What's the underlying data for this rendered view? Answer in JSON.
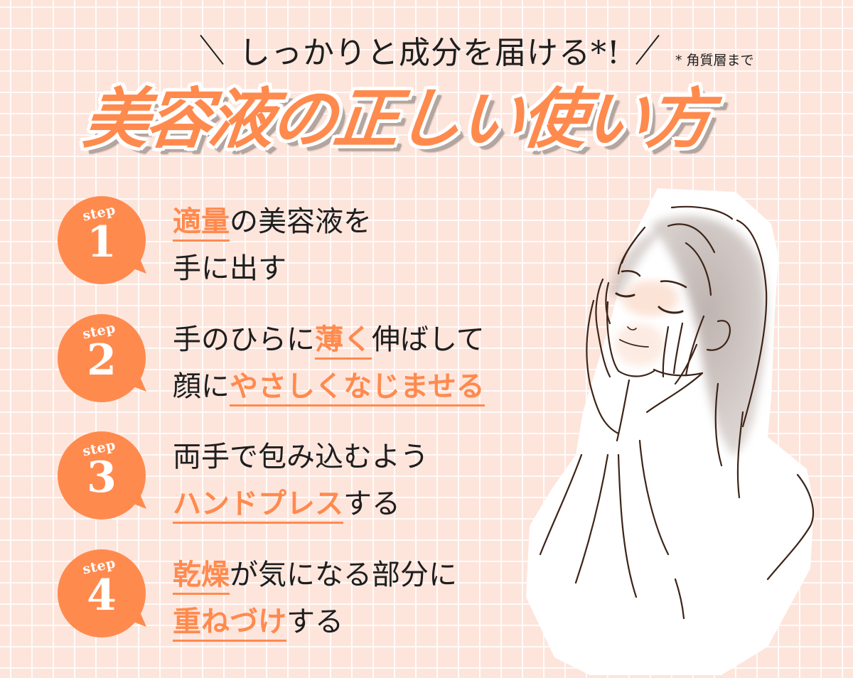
{
  "header": {
    "subtitle": "しっかりと成分を届ける*!",
    "footnote": "* 角質層まで",
    "title": "美容液の正しい使い方"
  },
  "colors": {
    "accent": "#ff8a4e",
    "background": "#fde5dc",
    "grid_line": "#ffffff",
    "text": "#1e1e1e"
  },
  "steps": [
    {
      "label": "step",
      "number": "1",
      "line1": [
        {
          "text": "適量",
          "highlight": true
        },
        {
          "text": "の美容液を",
          "highlight": false
        }
      ],
      "line2": [
        {
          "text": "手に出す",
          "highlight": false
        }
      ]
    },
    {
      "label": "step",
      "number": "2",
      "line1": [
        {
          "text": "手のひらに",
          "highlight": false
        },
        {
          "text": "薄く",
          "highlight": true
        },
        {
          "text": "伸ばして",
          "highlight": false
        }
      ],
      "line2": [
        {
          "text": "顔に",
          "highlight": false
        },
        {
          "text": "やさしくなじませる",
          "highlight": true
        }
      ]
    },
    {
      "label": "step",
      "number": "3",
      "line1": [
        {
          "text": "両手で包み込むよう",
          "highlight": false
        }
      ],
      "line2": [
        {
          "text": "ハンドプレス",
          "highlight": true
        },
        {
          "text": "する",
          "highlight": false
        }
      ]
    },
    {
      "label": "step",
      "number": "4",
      "line1": [
        {
          "text": "乾燥",
          "highlight": true
        },
        {
          "text": "が気になる部分に",
          "highlight": false
        }
      ],
      "line2": [
        {
          "text": "重ねづけ",
          "highlight": true
        },
        {
          "text": "する",
          "highlight": false
        }
      ]
    }
  ],
  "illustration": {
    "icon": "woman-applying-serum-illustration"
  }
}
